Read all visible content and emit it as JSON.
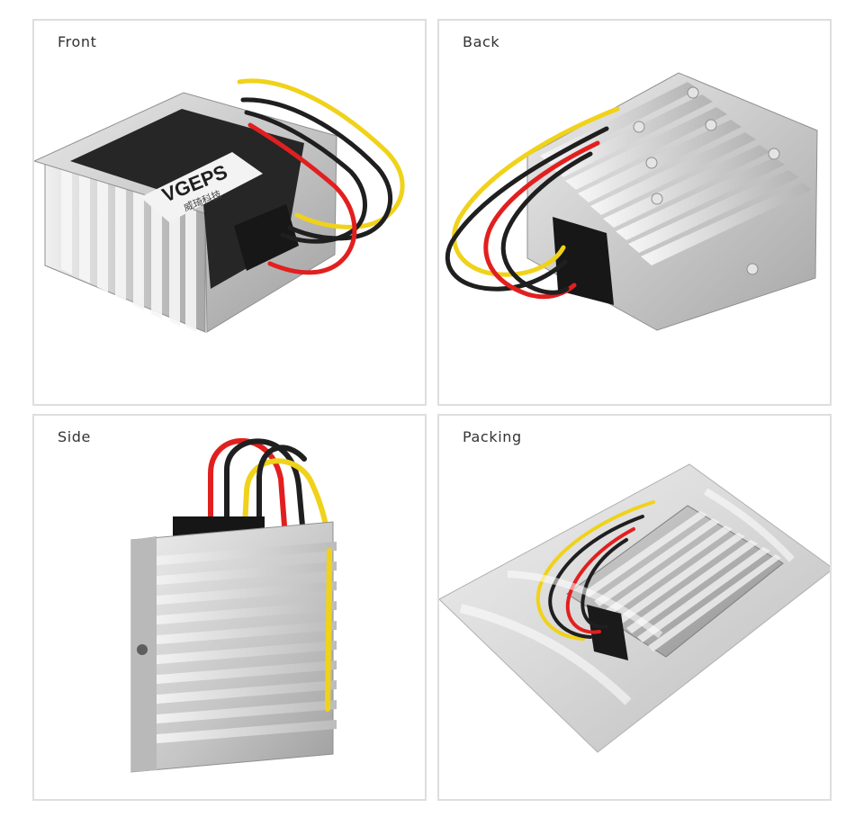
{
  "panels": {
    "front": {
      "label": "Front",
      "brand_text": "VGEPS",
      "brand_subtext": "威琦科技"
    },
    "back": {
      "label": "Back"
    },
    "side": {
      "label": "Side"
    },
    "packing": {
      "label": "Packing"
    }
  },
  "colors": {
    "border": "#dedede",
    "label": "#333333",
    "wire_yellow": "#f0d21a",
    "wire_red": "#e21f1f",
    "wire_black": "#1f1f1f",
    "aluminum": "#c9c9c9",
    "label_plate": "#2b2b2b",
    "brand_plate": "#f2f2f2"
  }
}
